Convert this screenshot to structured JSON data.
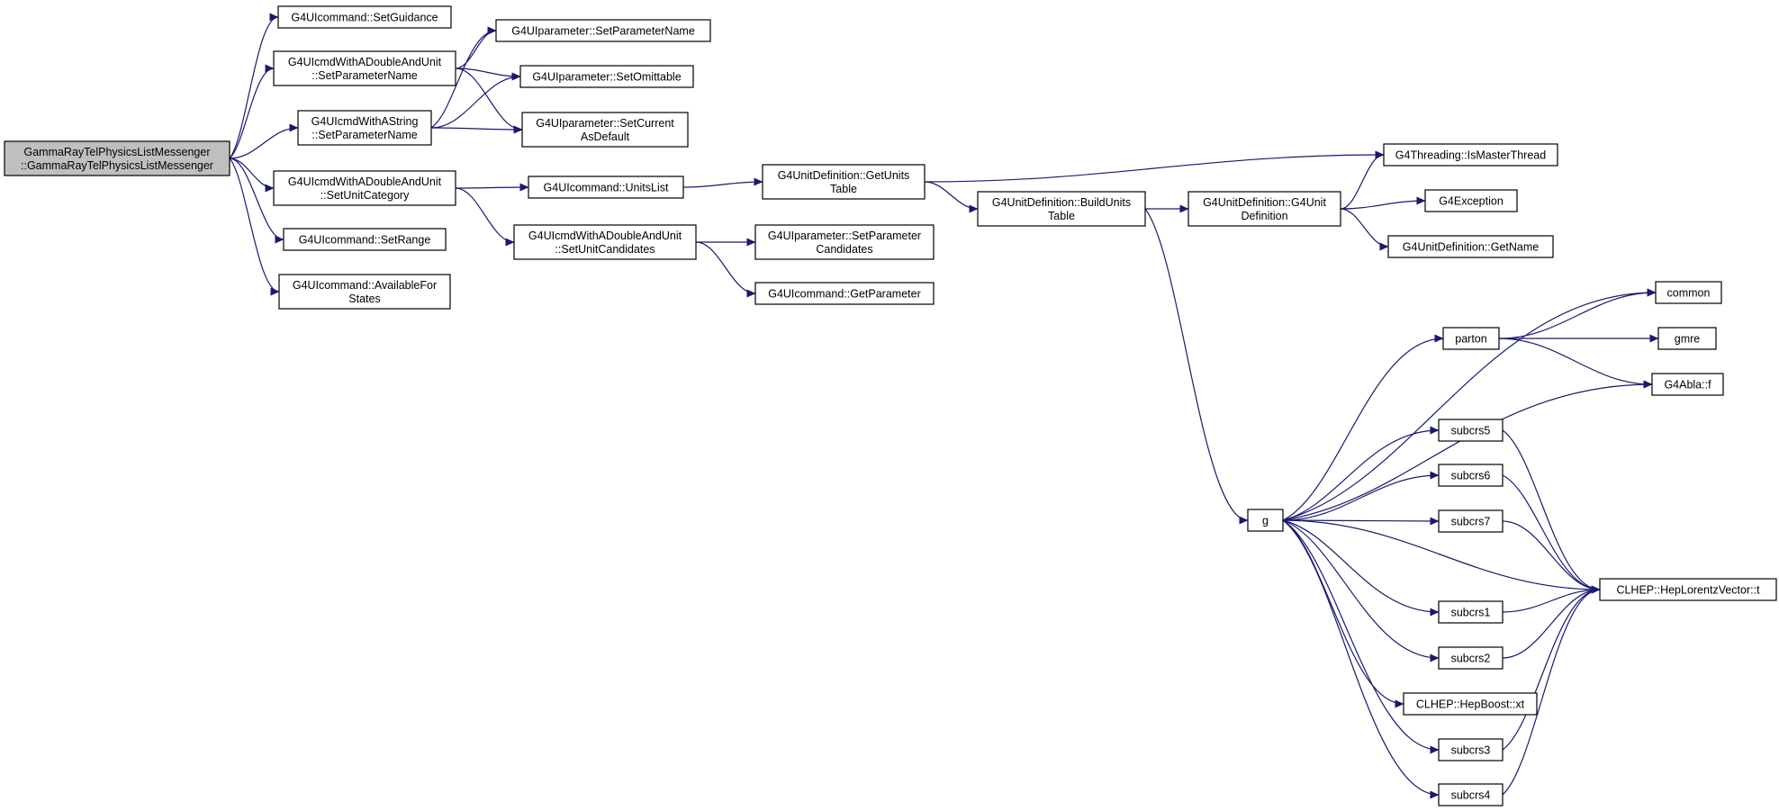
{
  "graph": {
    "edge_color": "#191970",
    "root_fill": "#bfbfbf",
    "node_fill": "#ffffff",
    "nodes": [
      {
        "id": "root",
        "lines": [
          "GammaRayTelPhysicsListMessenger",
          "::GammaRayTelPhysicsListMessenger"
        ],
        "root": true
      },
      {
        "id": "setGuidance",
        "lines": [
          "G4UIcommand::SetGuidance"
        ]
      },
      {
        "id": "dblUnitSetParamName",
        "lines": [
          "G4UIcmdWithADoubleAndUnit",
          "::SetParameterName"
        ]
      },
      {
        "id": "strSetParamName",
        "lines": [
          "G4UIcmdWithAString",
          "::SetParameterName"
        ]
      },
      {
        "id": "dblUnitSetUnitCategory",
        "lines": [
          "G4UIcmdWithADoubleAndUnit",
          "::SetUnitCategory"
        ]
      },
      {
        "id": "setRange",
        "lines": [
          "G4UIcommand::SetRange"
        ]
      },
      {
        "id": "availableForStates",
        "lines": [
          "G4UIcommand::AvailableFor",
          "States"
        ]
      },
      {
        "id": "paramSetParamName",
        "lines": [
          "G4UIparameter::SetParameterName"
        ]
      },
      {
        "id": "paramSetOmittable",
        "lines": [
          "G4UIparameter::SetOmittable"
        ]
      },
      {
        "id": "paramSetCurrentAsDefault",
        "lines": [
          "G4UIparameter::SetCurrent",
          "AsDefault"
        ]
      },
      {
        "id": "unitsList",
        "lines": [
          "G4UIcommand::UnitsList"
        ]
      },
      {
        "id": "setUnitCandidates",
        "lines": [
          "G4UIcmdWithADoubleAndUnit",
          "::SetUnitCandidates"
        ]
      },
      {
        "id": "getUnitsTable",
        "lines": [
          "G4UnitDefinition::GetUnits",
          "Table"
        ]
      },
      {
        "id": "paramSetParamCandidates",
        "lines": [
          "G4UIparameter::SetParameter",
          "Candidates"
        ]
      },
      {
        "id": "getParameter",
        "lines": [
          "G4UIcommand::GetParameter"
        ]
      },
      {
        "id": "buildUnitsTable",
        "lines": [
          "G4UnitDefinition::BuildUnits",
          "Table"
        ]
      },
      {
        "id": "g4UnitDefinitionCtor",
        "lines": [
          "G4UnitDefinition::G4Unit",
          "Definition"
        ]
      },
      {
        "id": "isMasterThread",
        "lines": [
          "G4Threading::IsMasterThread"
        ]
      },
      {
        "id": "g4Exception",
        "lines": [
          "G4Exception"
        ]
      },
      {
        "id": "getName",
        "lines": [
          "G4UnitDefinition::GetName"
        ]
      },
      {
        "id": "g",
        "lines": [
          "g"
        ]
      },
      {
        "id": "common",
        "lines": [
          "common"
        ]
      },
      {
        "id": "parton",
        "lines": [
          "parton"
        ]
      },
      {
        "id": "gmre",
        "lines": [
          "gmre"
        ]
      },
      {
        "id": "ablaF",
        "lines": [
          "G4Abla::f"
        ]
      },
      {
        "id": "subcrs5",
        "lines": [
          "subcrs5"
        ]
      },
      {
        "id": "subcrs6",
        "lines": [
          "subcrs6"
        ]
      },
      {
        "id": "subcrs7",
        "lines": [
          "subcrs7"
        ]
      },
      {
        "id": "hepLorentzT",
        "lines": [
          "CLHEP::HepLorentzVector::t"
        ]
      },
      {
        "id": "subcrs1",
        "lines": [
          "subcrs1"
        ]
      },
      {
        "id": "subcrs2",
        "lines": [
          "subcrs2"
        ]
      },
      {
        "id": "hepBoostXt",
        "lines": [
          "CLHEP::HepBoost::xt"
        ]
      },
      {
        "id": "subcrs3",
        "lines": [
          "subcrs3"
        ]
      },
      {
        "id": "subcrs4",
        "lines": [
          "subcrs4"
        ]
      }
    ],
    "edges": [
      [
        "root",
        "setGuidance"
      ],
      [
        "root",
        "dblUnitSetParamName"
      ],
      [
        "root",
        "strSetParamName"
      ],
      [
        "root",
        "dblUnitSetUnitCategory"
      ],
      [
        "root",
        "setRange"
      ],
      [
        "root",
        "availableForStates"
      ],
      [
        "dblUnitSetParamName",
        "paramSetParamName"
      ],
      [
        "dblUnitSetParamName",
        "paramSetOmittable"
      ],
      [
        "dblUnitSetParamName",
        "paramSetCurrentAsDefault"
      ],
      [
        "strSetParamName",
        "paramSetParamName"
      ],
      [
        "strSetParamName",
        "paramSetOmittable"
      ],
      [
        "strSetParamName",
        "paramSetCurrentAsDefault"
      ],
      [
        "dblUnitSetUnitCategory",
        "unitsList"
      ],
      [
        "dblUnitSetUnitCategory",
        "setUnitCandidates"
      ],
      [
        "unitsList",
        "getUnitsTable"
      ],
      [
        "getUnitsTable",
        "isMasterThread"
      ],
      [
        "getUnitsTable",
        "buildUnitsTable"
      ],
      [
        "setUnitCandidates",
        "paramSetParamCandidates"
      ],
      [
        "setUnitCandidates",
        "getParameter"
      ],
      [
        "buildUnitsTable",
        "g4UnitDefinitionCtor"
      ],
      [
        "buildUnitsTable",
        "g"
      ],
      [
        "g4UnitDefinitionCtor",
        "isMasterThread"
      ],
      [
        "g4UnitDefinitionCtor",
        "g4Exception"
      ],
      [
        "g4UnitDefinitionCtor",
        "getName"
      ],
      [
        "g",
        "common"
      ],
      [
        "g",
        "parton"
      ],
      [
        "g",
        "ablaF"
      ],
      [
        "g",
        "subcrs5"
      ],
      [
        "g",
        "subcrs6"
      ],
      [
        "g",
        "subcrs7"
      ],
      [
        "g",
        "hepLorentzT"
      ],
      [
        "g",
        "subcrs1"
      ],
      [
        "g",
        "subcrs2"
      ],
      [
        "g",
        "hepBoostXt"
      ],
      [
        "g",
        "subcrs3"
      ],
      [
        "g",
        "subcrs4"
      ],
      [
        "parton",
        "common"
      ],
      [
        "parton",
        "gmre"
      ],
      [
        "parton",
        "ablaF"
      ],
      [
        "subcrs5",
        "hepLorentzT"
      ],
      [
        "subcrs6",
        "hepLorentzT"
      ],
      [
        "subcrs7",
        "hepLorentzT"
      ],
      [
        "subcrs1",
        "hepLorentzT"
      ],
      [
        "subcrs2",
        "hepLorentzT"
      ],
      [
        "subcrs3",
        "hepLorentzT"
      ],
      [
        "subcrs4",
        "hepLorentzT"
      ]
    ]
  }
}
